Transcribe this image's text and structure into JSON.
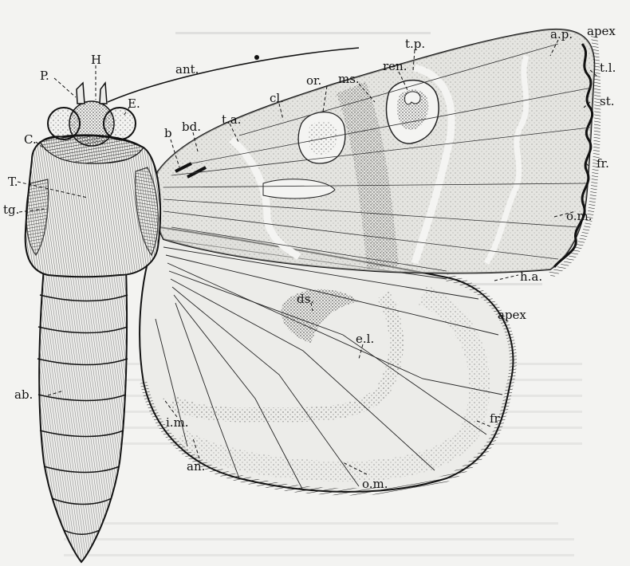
{
  "labels": {
    "ant": "ant.",
    "H": "H",
    "P": "P.",
    "E": "E.",
    "C": "C.",
    "T": "T.",
    "tg": "tg.",
    "b": "b",
    "bd": "bd.",
    "ta": "t.a.",
    "cl": "cl.",
    "or": "or.",
    "ms": "ms.",
    "ren": "ren.",
    "tp": "t.p.",
    "ap": "a.p.",
    "apex_fore": "apex",
    "tl": "t.l.",
    "st": "st.",
    "fr_fore": "fr.",
    "om_fore": "o.m.",
    "ha": "h.a.",
    "ds": "ds.",
    "apex_hind": "apex",
    "el": "e.l.",
    "im": "i.m.",
    "an": "an.",
    "om_hind": "o.m.",
    "fr_hind": "fr.",
    "ab": "ab."
  },
  "colors": {
    "ink": "#111111",
    "paper": "#f3f3f1",
    "wing_light": "#e6e6e3",
    "wing_shade": "#b9b9b5",
    "wing_dark": "#8e8e8a"
  }
}
